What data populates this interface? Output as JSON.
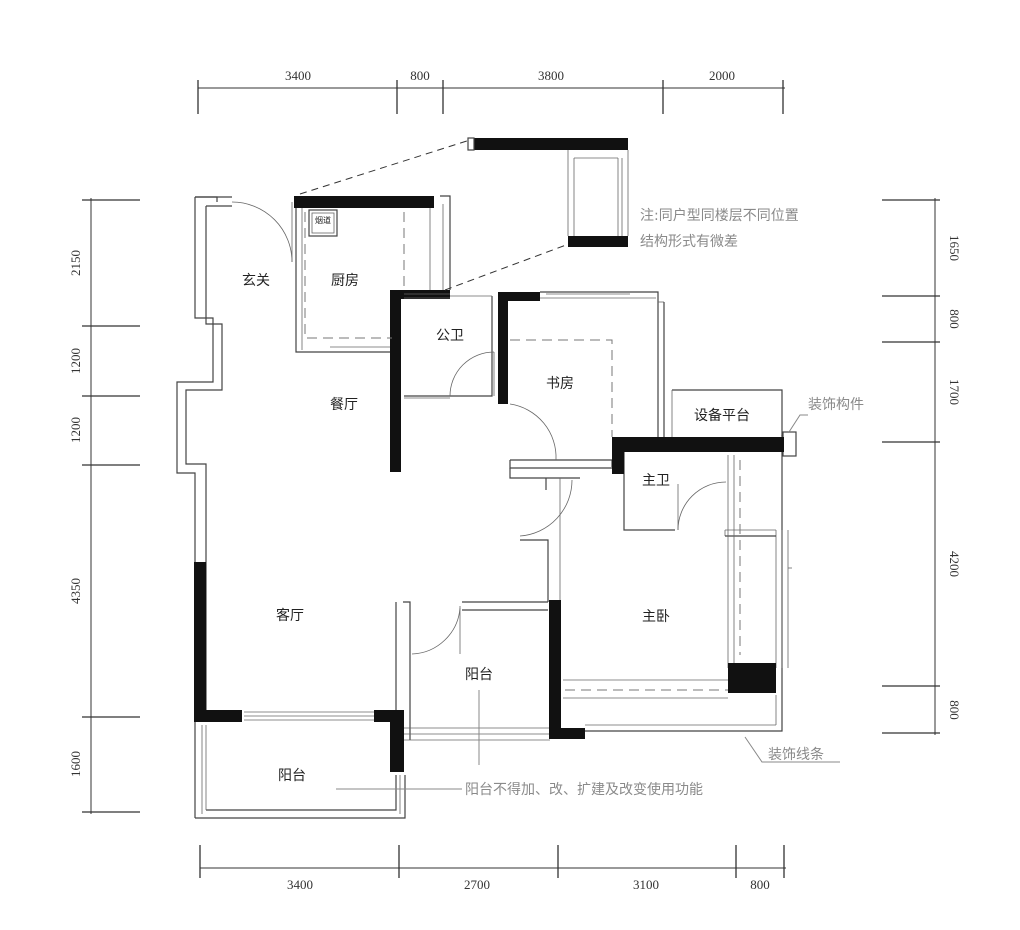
{
  "dimensions": {
    "top": [
      "3400",
      "800",
      "3800",
      "2000"
    ],
    "bottom": [
      "3400",
      "2700",
      "3100",
      "800"
    ],
    "left": [
      "2150",
      "1200",
      "1200",
      "4350",
      "1600"
    ],
    "right": [
      "1650",
      "800",
      "1700",
      "4200",
      "800"
    ]
  },
  "rooms": {
    "entrance": "玄关",
    "kitchen": "厨房",
    "flue": "烟道",
    "public_bath": "公卫",
    "study": "书房",
    "dining": "餐厅",
    "equipment_platform": "设备平台",
    "master_bath": "主卫",
    "living": "客厅",
    "master_bedroom": "主卧",
    "balcony_center": "阳台",
    "balcony_bottom": "阳台"
  },
  "notes": {
    "variation_line1": "注:同户型同楼层不同位置",
    "variation_line2": "结构形式有微差",
    "decor_component": "装饰构件",
    "decor_strip": "装饰线条",
    "balcony_notice": "阳台不得加、改、扩建及改变使用功能"
  }
}
